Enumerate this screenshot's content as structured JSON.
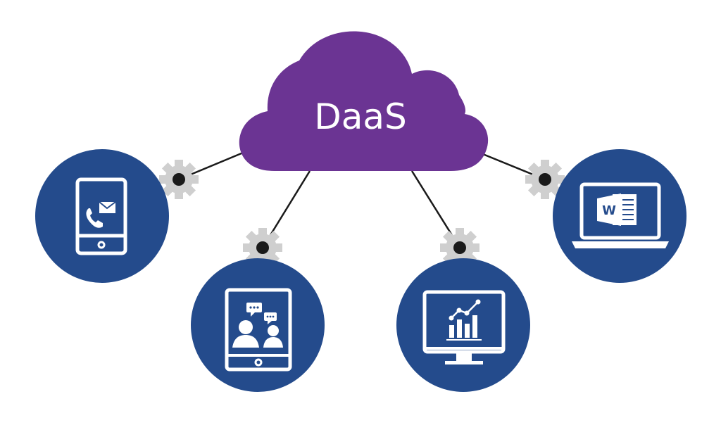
{
  "cloud": {
    "label": "DaaS",
    "color": "#6b3493",
    "label_color": "#ffffff"
  },
  "colors": {
    "circle": "#244b8c",
    "icon": "#ffffff",
    "connector": "#1a1a1a",
    "gear": "#cfcfcf"
  },
  "devices": [
    {
      "name": "smartphone",
      "icon": "phone-with-call-and-mail-icon"
    },
    {
      "name": "tablet",
      "icon": "tablet-with-chat-users-icon"
    },
    {
      "name": "desktop-monitor",
      "icon": "monitor-with-chart-icon"
    },
    {
      "name": "laptop",
      "icon": "laptop-with-word-document-icon"
    }
  ],
  "icon_text": {
    "word_letter": "W"
  }
}
